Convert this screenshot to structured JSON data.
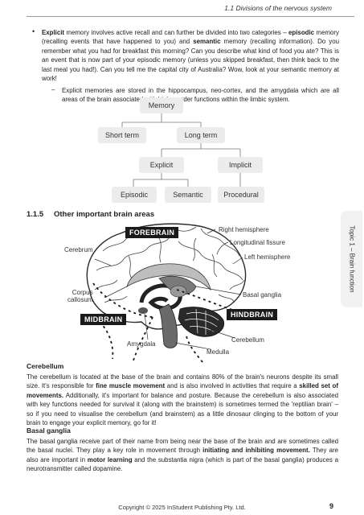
{
  "header": {
    "title": "1.1 Divisions of the nervous system"
  },
  "intro": {
    "explicit_word": "Explicit",
    "text_1": " memory involves active recall and can further be divided into two categories – ",
    "episodic_word": "episodic",
    "text_2": " memory (recalling events that have happened to you) and ",
    "semantic_word": "semantic",
    "text_3": " memory (recalling information). Do you remember what you had for breakfast this morning? Can you describe what kind of food you ate? This is an event that is now part of your episodic memory (unless you skipped breakfast, then think back to the last meal you had!). Can you tell me the capital city of Australia? Wow, look at your semantic memory at work!",
    "sub_point": "Explicit memories are stored in the hippocampus, neo-cortex, and the amygdala which are all areas of the brain associated with higher-order functions within the limbic system."
  },
  "memory_diagram": {
    "root": "Memory",
    "short_term": "Short term",
    "long_term": "Long term",
    "explicit": "Explicit",
    "implicit": "Implicit",
    "episodic": "Episodic",
    "semantic": "Semantic",
    "procedural": "Procedural"
  },
  "section": {
    "number": "1.1.5",
    "title": "Other important brain areas"
  },
  "brain_figure": {
    "regions": {
      "forebrain": "FOREBRAIN",
      "midbrain": "MIDBRAIN",
      "hindbrain": "HINDBRAIN"
    },
    "labels": {
      "right_hemisphere": "Right hemisphere",
      "longitudinal_fissure": "Longitudinal fissure",
      "left_hemisphere": "Left hemisphere",
      "cerebrum": "Cerebrum",
      "corpus_line1": "Corpus",
      "corpus_line2": "callosum",
      "basal_ganglia": "Basal ganglia",
      "amygdala": "Amygdala",
      "cerebellum": "Cerebellum",
      "medulla": "Medulla"
    }
  },
  "cerebellum_section": {
    "heading": "Cerebellum",
    "text_1": "The cerebellum is located at the base of the brain and contains 80% of the brain's neurons despite its small size. It's responsible for ",
    "bold_1": "fine muscle movement",
    "text_2": " and is also involved in activities that require a ",
    "bold_2": "skilled set of movements.",
    "text_3": " Additionally, it's important for balance and posture. Because the cerebellum is also associated with key functions needed for survival it (along with the brainstem) is sometimes termed the 'reptilian brain' – so if you need to visualise the cerebellum (and brainstem) as a little dinosaur clinging to the bottom of your brain to engage your explicit memory, go for it!"
  },
  "basal_section": {
    "heading": "Basal ganglia",
    "text_1": "The basal ganglia receive part of their name from being near the base of the brain and are sometimes called the basal nuclei. They play a key role in movement through ",
    "bold_1": "initiating and inhibiting movement.",
    "text_2": " They are also are important in ",
    "bold_2": "motor learning",
    "text_3": " and the substantia nigra (which is part of the basal ganglia) produces a neurotransmitter called dopamine."
  },
  "side_tab": {
    "label": "Topic 1 – Brain function"
  },
  "footer": {
    "copyright": "Copyright © 2025 InStudent Publishing Pty. Ltd.",
    "page_number": "9"
  }
}
